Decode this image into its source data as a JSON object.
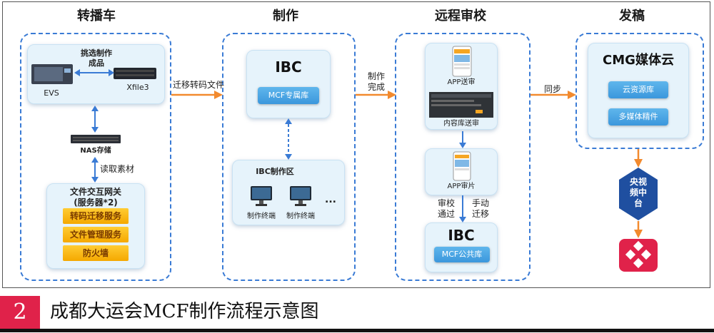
{
  "columns": {
    "c1": "转播车",
    "c2": "制作",
    "c3": "远程审校",
    "c4": "发稿"
  },
  "van": {
    "select_label": "挑选制作\n成品",
    "evs": "EVS",
    "xfile": "Xfile3",
    "nas": "NAS存储",
    "read": "读取素材",
    "gateway_title": "文件交互网关\n(服务器*2)",
    "services": [
      "转码迁移服务",
      "文件管理服务",
      "防火墙"
    ]
  },
  "arrows": {
    "transfer": "迁移转码文件",
    "done": "制作\n完成",
    "sync": "同步",
    "approved": "审校\n通过",
    "manual": "手动\n迁移"
  },
  "production": {
    "ibc": "IBC",
    "mcf_private": "MCF专属库",
    "zone_title": "IBC制作区",
    "terminal1": "制作终端",
    "terminal2": "制作终端",
    "ellipsis": "..."
  },
  "review": {
    "app_send": "APP送审",
    "content_send": "内容库送审",
    "app_review": "APP审片",
    "ibc": "IBC",
    "mcf_public": "MCF公共库"
  },
  "publish": {
    "cmg": "CMG媒体云",
    "cloud_lib": "云资源库",
    "multimedia": "多媒体精件",
    "cctv": "央视\n频中\n台"
  },
  "caption": {
    "number": "2",
    "text": "成都大运会MCF制作流程示意图"
  },
  "colors": {
    "flow_orange": "#f28a2e",
    "link_blue": "#3a7bd5",
    "logo_red": "#e0224a"
  }
}
